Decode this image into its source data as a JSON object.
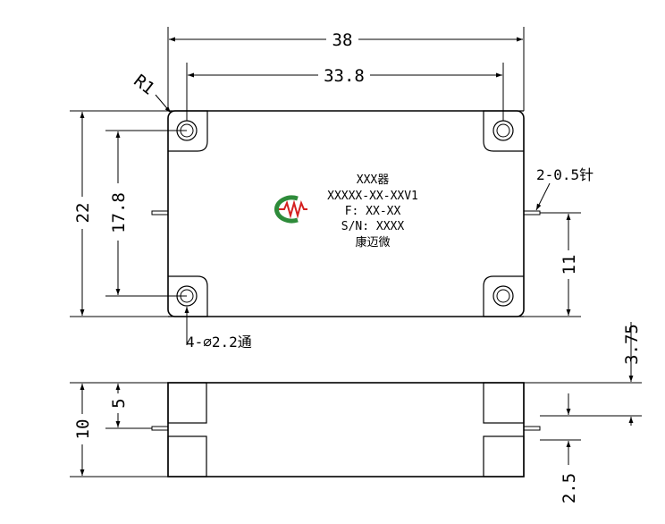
{
  "dimensions": {
    "overall_length": "38",
    "hole_spacing_x": "33.8",
    "corner_radius": "R1",
    "overall_width": "22",
    "hole_spacing_y": "17.8",
    "pin_height": "11",
    "pin_spec": "2-0.5针",
    "hole_spec": "4-⌀2.2通",
    "thickness": "10",
    "half_thickness": "5",
    "top_offset": "3.75",
    "pin_offset": "2.5"
  },
  "label": {
    "line1": "XXX器",
    "line2": "XXXXX-XX-XXV1",
    "line3": "F: XX-XX",
    "line4": "S/N: XXXX",
    "line5": "康迈微"
  },
  "colors": {
    "logo_arc": "#2e8b3a",
    "logo_wave": "#d42020",
    "line": "#000000"
  }
}
